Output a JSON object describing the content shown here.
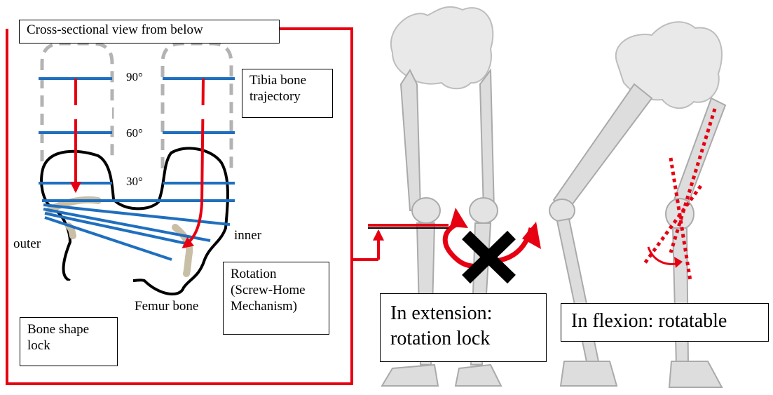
{
  "panel": {
    "title": "Cross-sectional view from below",
    "angle_90": "90°",
    "angle_60": "60°",
    "angle_30": "30°",
    "tibia_label": "Tibia bone trajectory",
    "outer_label": "outer",
    "inner_label": "inner",
    "rotation_label": "Rotation (Screw-Home Mechanism)",
    "femur_label": "Femur bone",
    "bone_lock_label": "Bone shape lock"
  },
  "figures": {
    "extension_label": "In extension: rotation lock",
    "flexion_label": "In flexion: rotatable"
  },
  "colors": {
    "frame_red": "#e60012",
    "trajectory_blue": "#1f6fbf",
    "condyle_outline": "#000000",
    "dashed_gray": "#b3b3b3",
    "cartilage_tan": "#c9bfa6",
    "bone_fill": "#e9e9e9",
    "bone_shade": "#bdbdbd"
  },
  "icons": {
    "lock": "x-cross-icon",
    "rotation": "curved-arrow-icon"
  }
}
